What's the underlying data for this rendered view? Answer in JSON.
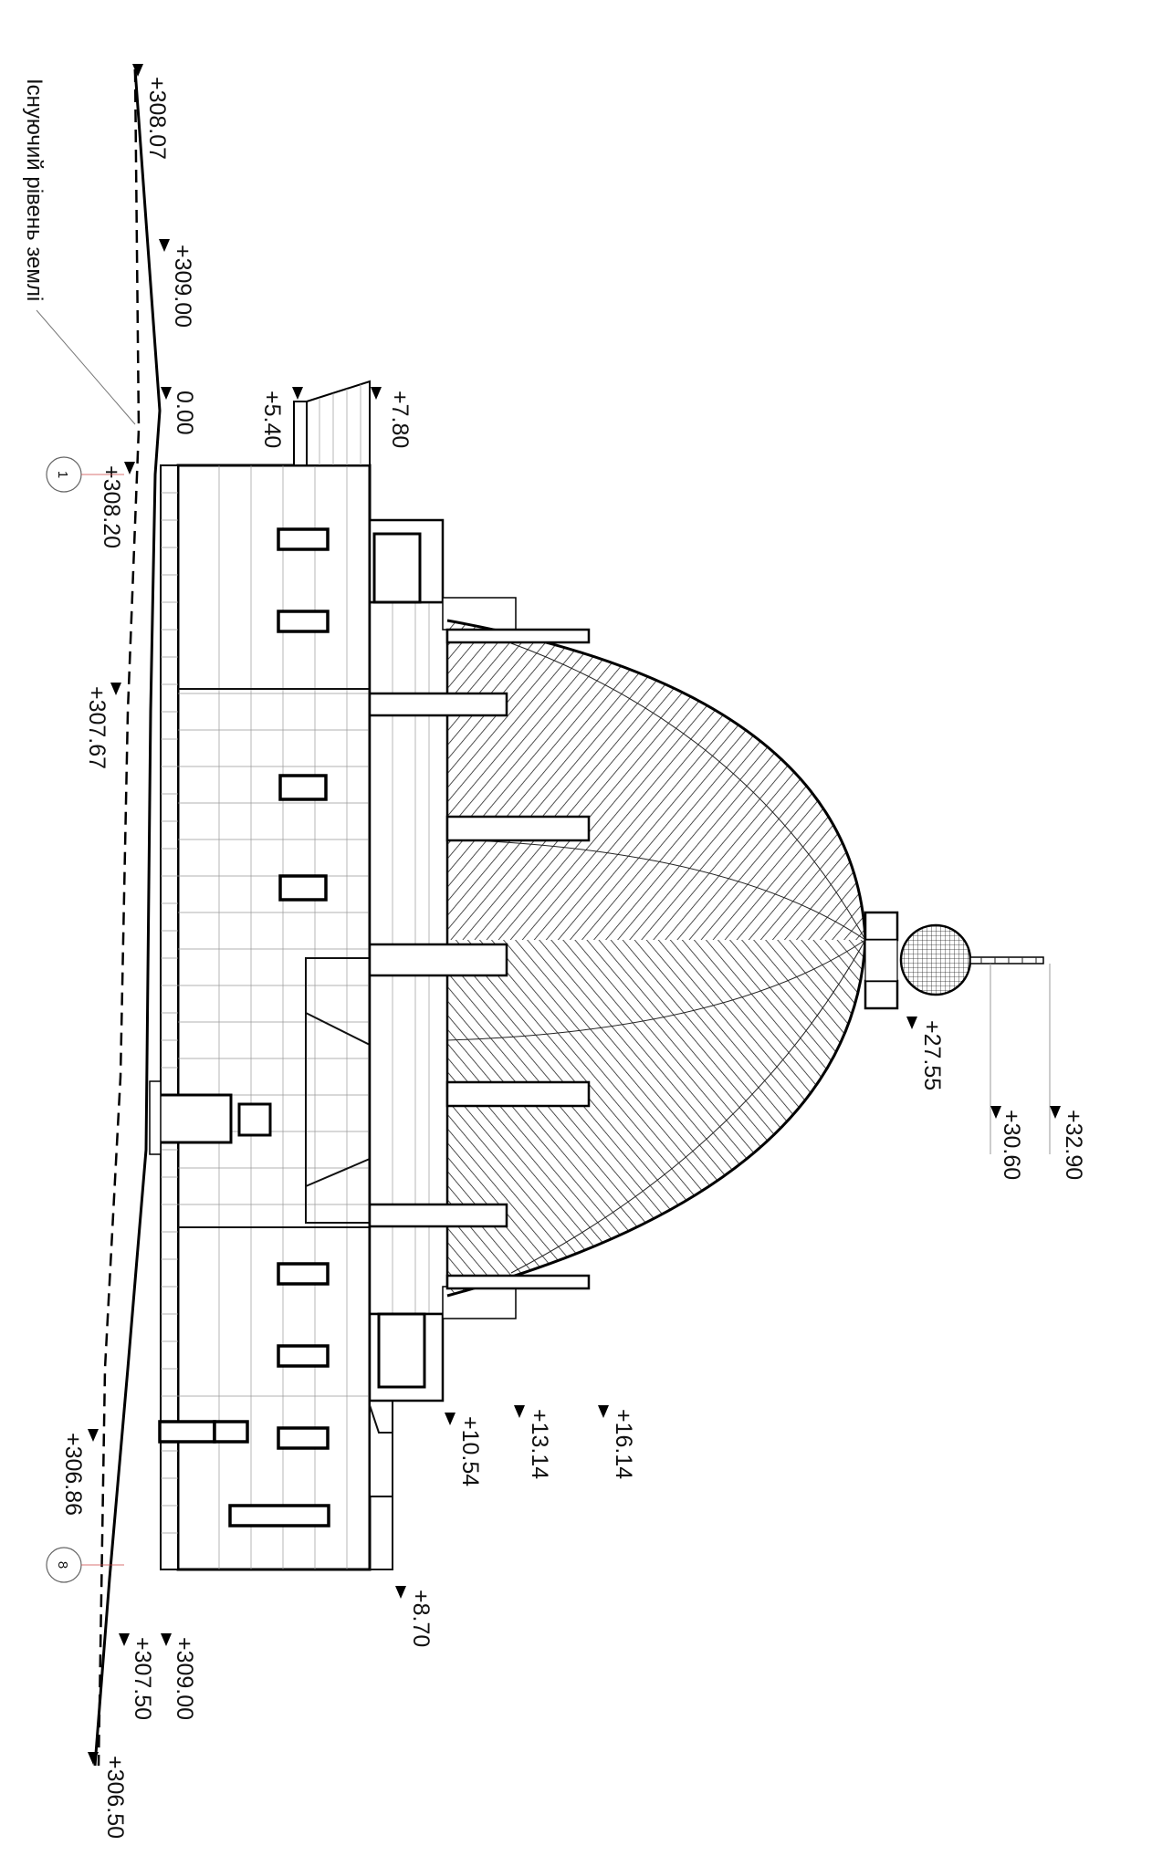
{
  "existing_ground_label": "Існуючий рівень землі",
  "axis_markers": [
    "1",
    "8"
  ],
  "levels": [
    "+308.07",
    "+309.00",
    "0.00",
    "+5.40",
    "+7.80",
    "+308.20",
    "+307.67",
    "+27.55",
    "+30.60",
    "+32.90",
    "+16.14",
    "+13.14",
    "+10.54",
    "+306.86",
    "+8.70",
    "+309.00",
    "+307.50",
    "+306.50"
  ]
}
